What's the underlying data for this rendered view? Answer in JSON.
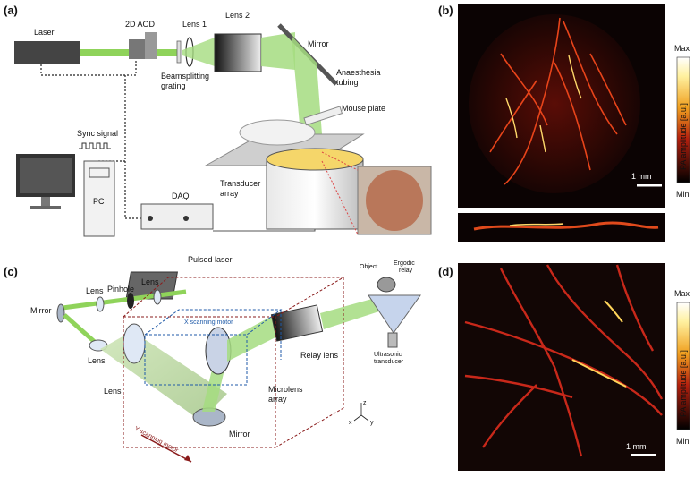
{
  "panels": {
    "a": {
      "label": "(a)",
      "components": {
        "laser": "Laser",
        "aod": "2D AOD",
        "lens1": "Lens 1",
        "lens2": "Lens 2",
        "mirror": "Mirror",
        "grating": "Beamsplitting\ngrating",
        "anaesthesia": "Anaesthesia\ntubing",
        "mouse_plate": "Mouse plate",
        "sync": "Sync signal",
        "pc": "PC",
        "daq": "DAQ",
        "transducer": "Transducer\narray"
      }
    },
    "b": {
      "label": "(b)",
      "colorbar": {
        "max": "Max",
        "min": "Min",
        "title": "PA amplitude [a.u.]"
      },
      "scale_bar": "1 mm"
    },
    "c": {
      "label": "(c)",
      "components": {
        "pulsed_laser": "Pulsed laser",
        "lens_top1": "Lens",
        "pinhole": "Pinhole",
        "lens_top2": "Lens",
        "mirror_left": "Mirror",
        "lens_left": "Lens",
        "lens_bottom": "Lens",
        "x_motor": "X scanning motor",
        "y_motor": "Y scanning motor",
        "microlens": "Microlens\narray",
        "mirror_bottom": "Mirror",
        "relay_lens": "Relay lens",
        "object": "Object",
        "ergodic": "Ergodic\nrelay",
        "ultrasonic": "Ultrasonic\ntransducer",
        "axes": {
          "z": "z",
          "x": "x",
          "y": "y"
        }
      }
    },
    "d": {
      "label": "(d)",
      "colorbar": {
        "max": "Max",
        "min": "Min",
        "title": "PA amplitude [a.u.]"
      },
      "scale_bar": "1 mm"
    }
  },
  "colors": {
    "beam_green": "#8fd35a",
    "heat_dark": "#0b0303",
    "heat_red": "#b31b0e",
    "heat_yellow": "#ffe27a",
    "motor_blue": "#1f5aa8",
    "motor_red": "#8a1b1b"
  }
}
